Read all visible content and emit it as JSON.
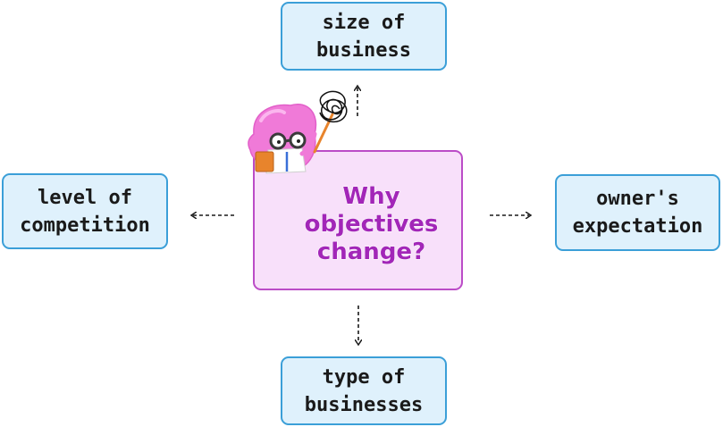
{
  "center": {
    "label": "Why\nobjectives\nchange?"
  },
  "nodes": {
    "top": "size of\nbusiness",
    "left": "level of\ncompetition",
    "right": "owner's\nexpectation",
    "bottom": "type of\nbusinesses"
  },
  "colors": {
    "node_fill": "#dff1fc",
    "node_border": "#3b9fd8",
    "center_fill": "#f8e0fa",
    "center_border": "#bb4cc7",
    "center_text": "#a226b8",
    "arrow": "#1a1a1a"
  },
  "icons": {
    "mascot": "scientist-blob-icon",
    "scribble": "scribble-sign-icon"
  }
}
